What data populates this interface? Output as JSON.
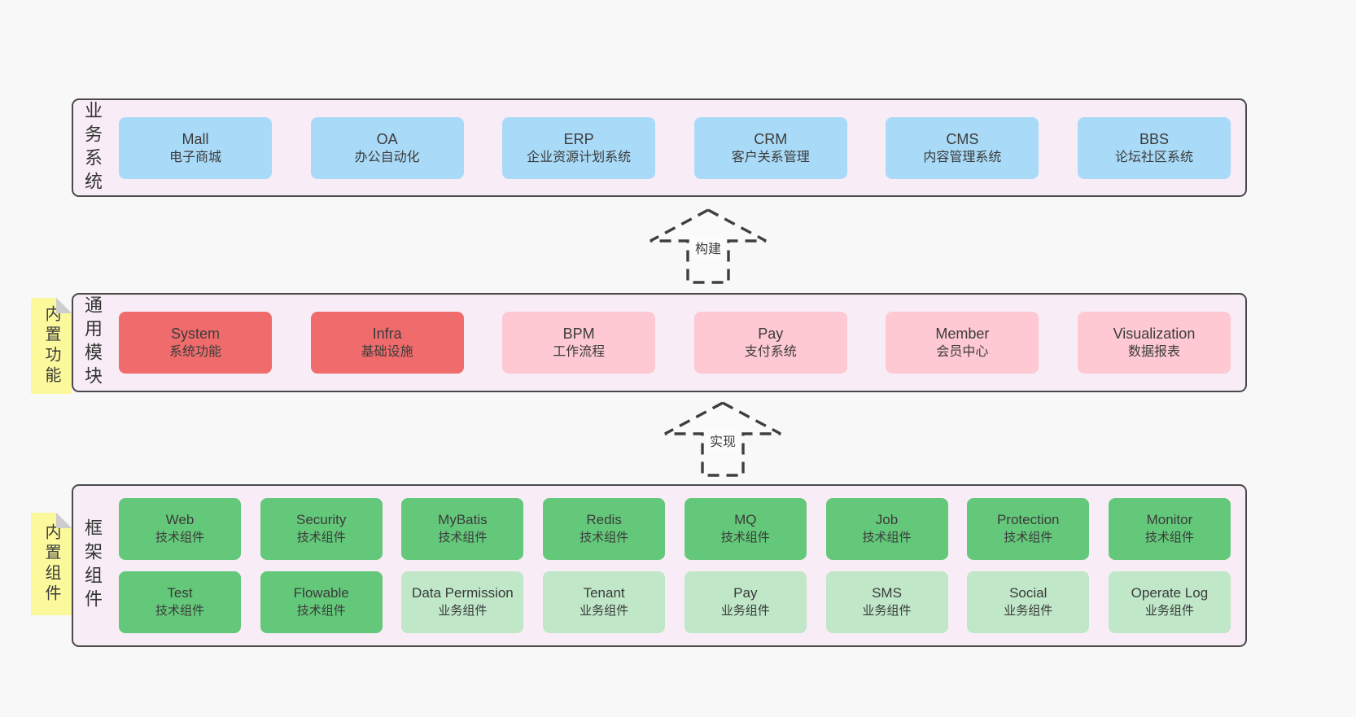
{
  "colors": {
    "page_bg": "#f8f8f8",
    "container_bg": "#f8edf6",
    "container_border": "#4a4a4a",
    "blue": "#a9daf7",
    "red": "#f06c6c",
    "pink": "#fec9d3",
    "green-dark": "#64c87a",
    "green-light": "#bfe7c8",
    "note_yellow": "#fbf99c",
    "note_fold": "#cdcdcd",
    "text": "#3b3b3b"
  },
  "arrows": [
    {
      "label": "构建"
    },
    {
      "label": "实现"
    }
  ],
  "layers": [
    {
      "name": "business-systems",
      "label": "业务系统",
      "note": null,
      "rows": [
        [
          {
            "title": "Mall",
            "subtitle": "电子商城",
            "color": "blue"
          },
          {
            "title": "OA",
            "subtitle": "办公自动化",
            "color": "blue"
          },
          {
            "title": "ERP",
            "subtitle": "企业资源计划系统",
            "color": "blue"
          },
          {
            "title": "CRM",
            "subtitle": "客户关系管理",
            "color": "blue"
          },
          {
            "title": "CMS",
            "subtitle": "内容管理系统",
            "color": "blue"
          },
          {
            "title": "BBS",
            "subtitle": "论坛社区系统",
            "color": "blue"
          }
        ]
      ]
    },
    {
      "name": "common-modules",
      "label": "通用模块",
      "note": "内置功能",
      "rows": [
        [
          {
            "title": "System",
            "subtitle": "系统功能",
            "color": "red"
          },
          {
            "title": "Infra",
            "subtitle": "基础设施",
            "color": "red"
          },
          {
            "title": "BPM",
            "subtitle": "工作流程",
            "color": "pink"
          },
          {
            "title": "Pay",
            "subtitle": "支付系统",
            "color": "pink"
          },
          {
            "title": "Member",
            "subtitle": "会员中心",
            "color": "pink"
          },
          {
            "title": "Visualization",
            "subtitle": "数据报表",
            "color": "pink"
          }
        ]
      ]
    },
    {
      "name": "framework-components",
      "label": "框架组件",
      "note": "内置组件",
      "rows": [
        [
          {
            "title": "Web",
            "subtitle": "技术组件",
            "color": "green-dark"
          },
          {
            "title": "Security",
            "subtitle": "技术组件",
            "color": "green-dark"
          },
          {
            "title": "MyBatis",
            "subtitle": "技术组件",
            "color": "green-dark"
          },
          {
            "title": "Redis",
            "subtitle": "技术组件",
            "color": "green-dark"
          },
          {
            "title": "MQ",
            "subtitle": "技术组件",
            "color": "green-dark"
          },
          {
            "title": "Job",
            "subtitle": "技术组件",
            "color": "green-dark"
          },
          {
            "title": "Protection",
            "subtitle": "技术组件",
            "color": "green-dark"
          },
          {
            "title": "Monitor",
            "subtitle": "技术组件",
            "color": "green-dark"
          }
        ],
        [
          {
            "title": "Test",
            "subtitle": "技术组件",
            "color": "green-dark"
          },
          {
            "title": "Flowable",
            "subtitle": "技术组件",
            "color": "green-dark"
          },
          {
            "title": "Data Permission",
            "subtitle": "业务组件",
            "color": "green-light"
          },
          {
            "title": "Tenant",
            "subtitle": "业务组件",
            "color": "green-light"
          },
          {
            "title": "Pay",
            "subtitle": "业务组件",
            "color": "green-light"
          },
          {
            "title": "SMS",
            "subtitle": "业务组件",
            "color": "green-light"
          },
          {
            "title": "Social",
            "subtitle": "业务组件",
            "color": "green-light"
          },
          {
            "title": "Operate Log",
            "subtitle": "业务组件",
            "color": "green-light"
          }
        ]
      ]
    }
  ]
}
